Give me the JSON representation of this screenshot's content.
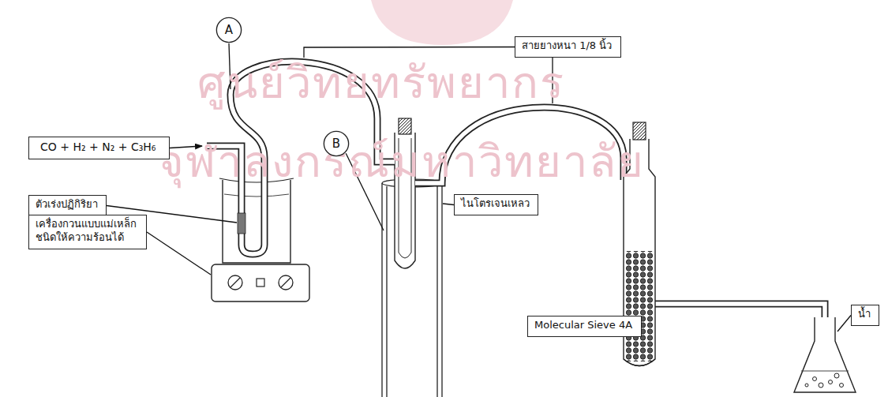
{
  "diagram": {
    "nodes": [
      {
        "text": [
          "A"
        ]
      },
      {
        "text": [
          "สายยางหนา 1/8 นิ้ว"
        ]
      },
      {
        "text": [
          "CO + H₂ + N₂ + C₃H₆"
        ]
      },
      {
        "text": [
          "B"
        ]
      },
      {
        "text": [
          "ตัวเร่งปฏิกิริยา"
        ]
      },
      {
        "text": [
          "ไนโตรเจนเหลว"
        ]
      },
      {
        "text": [
          "เครื่องกวนแบบแม่เหล็ก ชนิดให้ความร้อนได้"
        ]
      },
      {
        "text": [
          "น้ำ"
        ]
      },
      {
        "text": [
          "Molecular Sieve 4A"
        ]
      }
    ],
    "labels": [
      "ศูนย์วิทยทรัพยากร",
      "จุฬาลงกรณ์มหาวิทยาลัย"
    ]
  }
}
